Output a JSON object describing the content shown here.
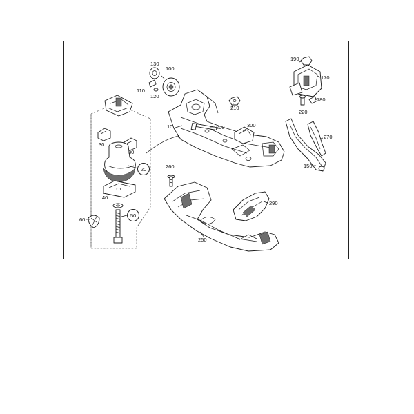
{
  "diagram": {
    "callouts": {
      "c10": "10",
      "c20": "20",
      "c30a": "30",
      "c30b": "30",
      "c40": "40",
      "c50": "50",
      "c60": "60",
      "c100": "100",
      "c110": "110",
      "c120": "120",
      "c130": "130",
      "c150": "150",
      "c170": "170",
      "c180": "180",
      "c190": "190",
      "c200": "200",
      "c210": "210",
      "c220": "220",
      "c250": "250",
      "c260": "260",
      "c270": "270",
      "c290": "290",
      "c300": "300"
    }
  }
}
